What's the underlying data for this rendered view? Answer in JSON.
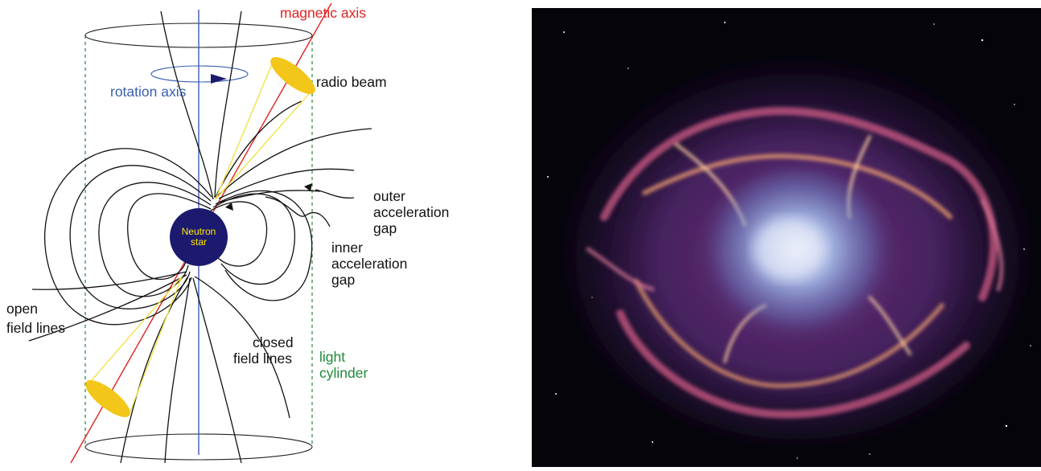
{
  "diagram": {
    "labels": {
      "magnetic_axis": "magnetic axis",
      "radio_beam": "radio beam",
      "rotation_axis": "rotation axis",
      "neutron_star_line1": "Neutron",
      "neutron_star_line2": "star",
      "outer_gap_line1": "outer",
      "outer_gap_line2": "acceleration",
      "outer_gap_line3": "gap",
      "inner_gap_line1": "inner",
      "inner_gap_line2": "acceleration",
      "inner_gap_line3": "gap",
      "open_lines_line1": "open",
      "open_lines_line2": "field lines",
      "closed_lines_line1": "closed",
      "closed_lines_line2": "field lines",
      "light_cylinder_line1": "light",
      "light_cylinder_line2": "cylinder"
    },
    "colors": {
      "magnetic_axis": "#e02222",
      "rotation_axis": "#3a5fae",
      "light_cylinder": "#1f8a3a",
      "beam_cone": "#f2e24a",
      "beam_disk": "#f3c61a",
      "neutron_star": "#1c1a6e",
      "field_lines": "#111111"
    }
  },
  "photo": {
    "subject": "crab-nebula",
    "colors": {
      "background": "#05040a",
      "core": "#a8c4f0",
      "filaments": "#d9608a",
      "halo": "#5b2a7a"
    }
  }
}
